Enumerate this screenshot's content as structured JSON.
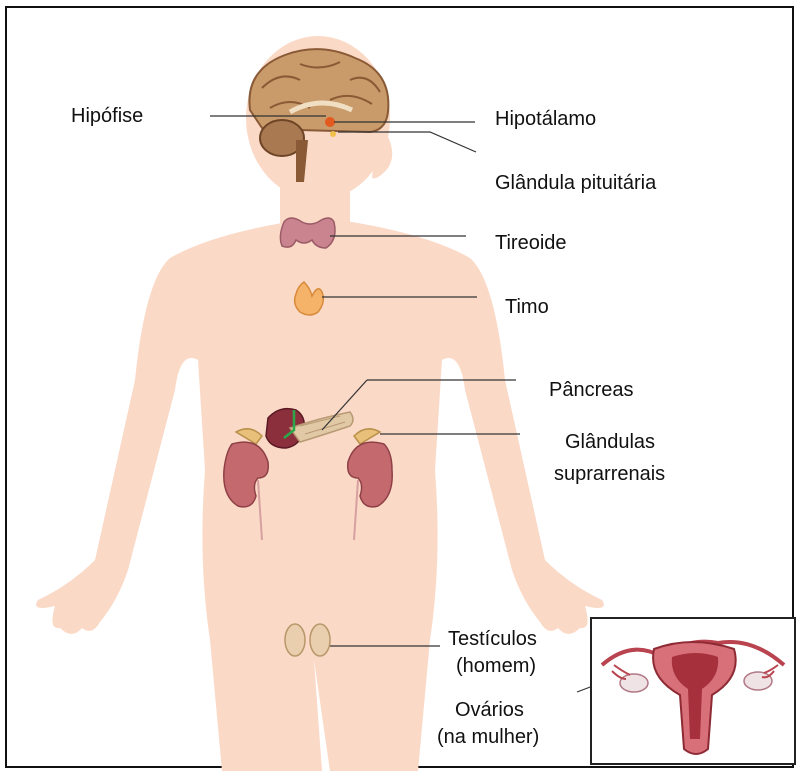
{
  "labels": {
    "hipofise": "Hipófise",
    "hipotalamo": "Hipotálamo",
    "pituitaria": "Glândula pituitária",
    "tireoide": "Tireoide",
    "timo": "Timo",
    "pancreas": "Pâncreas",
    "suprarrenais_1": "Glândulas",
    "suprarrenais_2": "suprarrenais",
    "testiculos_1": "Testículos",
    "testiculos_2": "(homem)",
    "ovarios_1": "Ovários",
    "ovarios_2": "(na mulher)"
  },
  "colors": {
    "skin": "#fbd9c7",
    "brain": "#c99a6a",
    "brain_dark": "#8a5a36",
    "thyroid": "#c9848f",
    "thymus": "#f5b36a",
    "kidney": "#c46a6e",
    "adrenal": "#e8c07a",
    "pancreas": "#e2c9a6",
    "uterus": "#b9444f",
    "hypothalamus_dot": "#e35a1f",
    "leader_line": "#333333"
  }
}
